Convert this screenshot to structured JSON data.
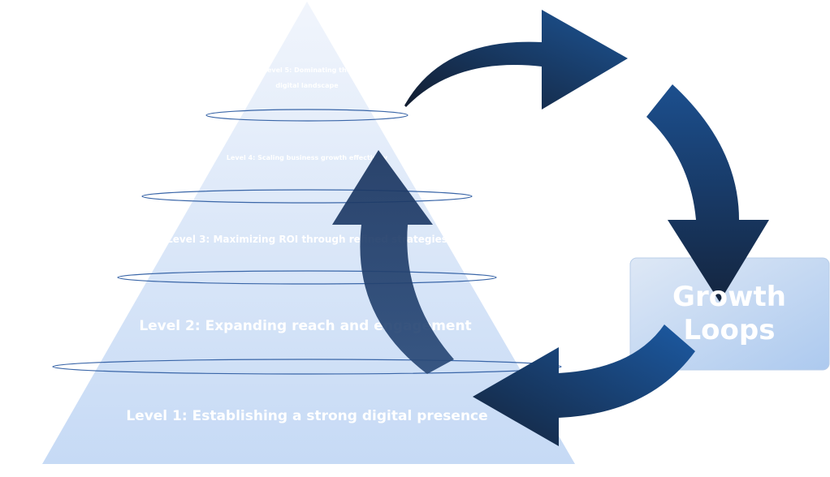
{
  "pyramid": {
    "levels": [
      {
        "line1": "Level 5: Dominating the",
        "line2": "digital landscape"
      },
      {
        "text": "Level 4: Scaling business growth effectively"
      },
      {
        "text": "Level 3: Maximizing ROI through refined strategies"
      },
      {
        "text": "Level 2: Expanding reach and engagement"
      },
      {
        "text": "Level 1: Establishing a strong digital presence"
      }
    ]
  },
  "growth_box": {
    "line1": "Growth",
    "line2": "Loops"
  },
  "colors": {
    "pyramid_top": "#eef3fb",
    "pyramid_bottom": "#c9dcf6",
    "ring_stroke": "#3a66a8",
    "arrow_dark": "#14243f",
    "arrow_mid": "#1b4e8c",
    "box_fill": "#a9c6ec"
  }
}
